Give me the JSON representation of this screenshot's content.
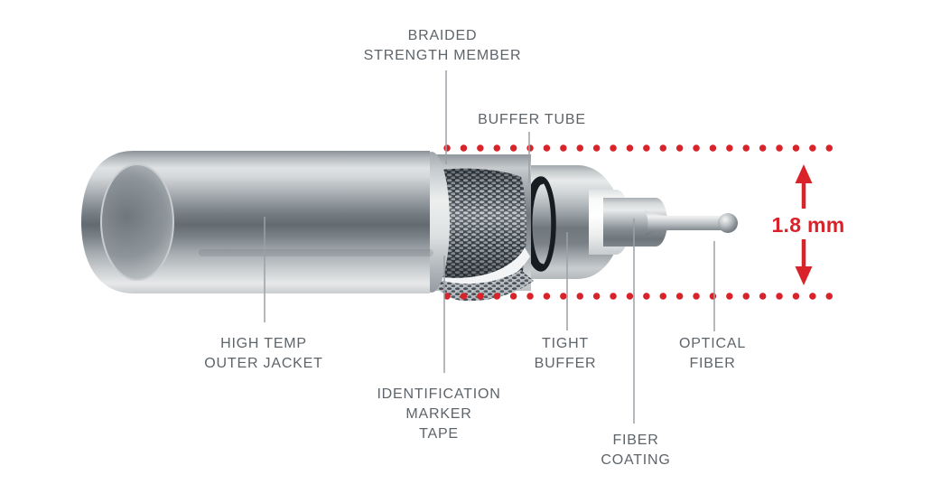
{
  "colors": {
    "accent_red": "#d8232a",
    "label_text": "#5d646a",
    "leader_line": "#9aa1a6"
  },
  "labels": {
    "braided_strength_member": {
      "line1": "BRAIDED",
      "line2": "STRENGTH MEMBER"
    },
    "buffer_tube": {
      "line1": "BUFFER TUBE"
    },
    "high_temp_outer_jacket": {
      "line1": "HIGH TEMP",
      "line2": "OUTER JACKET"
    },
    "identification_marker_tape": {
      "line1": "IDENTIFICATION",
      "line2": "MARKER",
      "line3": "TAPE"
    },
    "tight_buffer": {
      "line1": "TIGHT",
      "line2": "BUFFER"
    },
    "optical_fiber": {
      "line1": "OPTICAL",
      "line2": "FIBER"
    },
    "fiber_coating": {
      "line1": "FIBER",
      "line2": "COATING"
    }
  },
  "dimension": {
    "value": "1.8 mm"
  }
}
